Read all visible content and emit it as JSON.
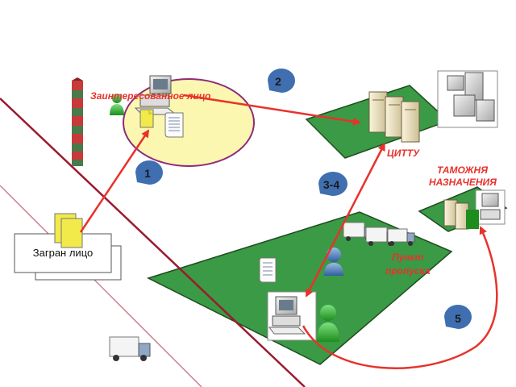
{
  "labels": {
    "interested_party": "Заинтересованное лицо",
    "cittu": "ЦИТТУ",
    "destination_customs_line1": "ТАМОЖНЯ",
    "destination_customs_line2": "НАЗНАЧЕНИЯ",
    "foreign_party": "Загран лицо",
    "checkpoint_line1": "Пункт",
    "checkpoint_line2": "пропуска"
  },
  "steps": [
    "1",
    "2",
    "3-4",
    "5"
  ],
  "colors": {
    "zone_fill": "#3a9a45",
    "zone_stroke": "#1f4d1f",
    "ellipse_fill": "#fbf7b0",
    "ellipse_stroke": "#8e2a7a",
    "arrow_red": "#e8322c",
    "border_line": "#9b1b30",
    "step_bubble": "#3f6fb0",
    "barrier_red": "#c83a3a",
    "barrier_green": "#4a7a4a"
  },
  "icons": [
    "computer-icon",
    "server-icon",
    "document-icon",
    "scroll-icon",
    "person-icon",
    "truck-icon",
    "border-post-icon"
  ]
}
